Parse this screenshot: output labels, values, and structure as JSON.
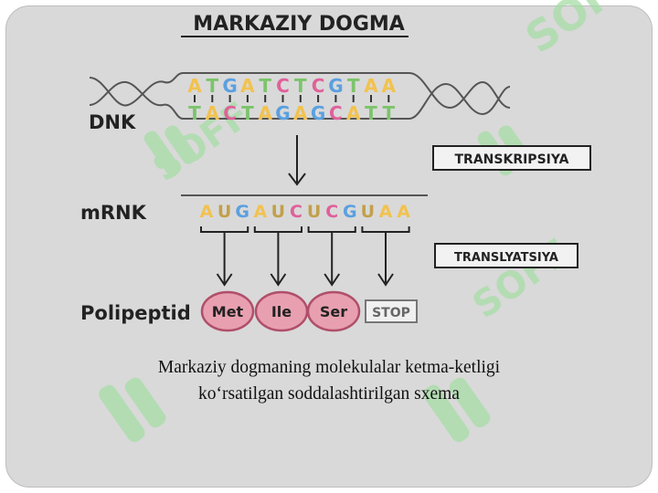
{
  "title": "MARKAZIY DOGMA",
  "labels": {
    "dnk": "DNK",
    "mrnk": "mRNK",
    "polipeptid": "Polipeptid"
  },
  "processes": {
    "transkripsiya": "TRANSKRIPSIYA",
    "translyatsiya": "TRANSLYATSIYA"
  },
  "dna": {
    "top_strand": [
      "A",
      "T",
      "G",
      "A",
      "T",
      "C",
      "T",
      "C",
      "G",
      "T",
      "A",
      "A"
    ],
    "bottom_strand": [
      "T",
      "A",
      "C",
      "T",
      "A",
      "G",
      "A",
      "G",
      "C",
      "A",
      "T",
      "T"
    ]
  },
  "mrna": [
    "A",
    "U",
    "G",
    "A",
    "U",
    "C",
    "U",
    "C",
    "G",
    "U",
    "A",
    "A"
  ],
  "amino_acids": [
    "Met",
    "Ile",
    "Ser"
  ],
  "stop_label": "STOP",
  "watermark_text": "SOFF",
  "caption": {
    "line1": "Markaziy dogmaning molekulalar ketma-ketligi",
    "line2": "ko‘rsatilgan soddalashtirilgan sxema"
  },
  "colors": {
    "slide_bg": "#d9d9d9",
    "ink": "#222222",
    "A": "#f2c24f",
    "T": "#7cc46b",
    "G": "#5aa0e0",
    "C": "#e0609a",
    "U": "#c2a04a",
    "amino_fill": "#e8a0b0",
    "amino_stroke": "#b04f6a",
    "watermark": "#a6dca6"
  }
}
